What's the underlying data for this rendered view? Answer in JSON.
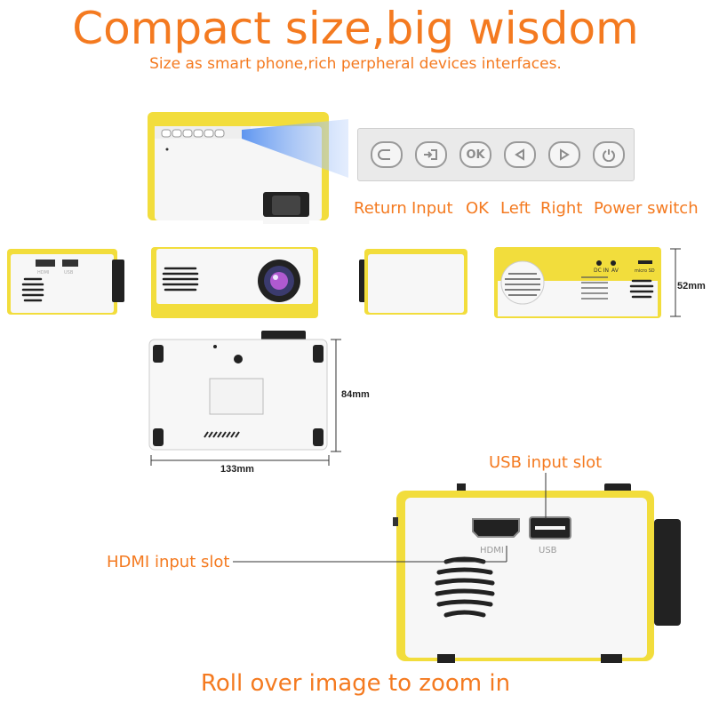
{
  "header": {
    "title": "Compact size,big wisdom",
    "subtitle": "Size as smart phone,rich perpheral devices interfaces."
  },
  "buttons": {
    "return": "Return",
    "input": "Input",
    "ok": "OK",
    "left": "Left",
    "right": "Right",
    "power": "Power switch",
    "ok_glyph": "OK"
  },
  "rear_panel_labels": {
    "dc": "DC IN",
    "av": "AV",
    "sd": "micro SD"
  },
  "dimensions": {
    "height": "52mm",
    "depth": "84mm",
    "width": "133mm"
  },
  "ports": {
    "usb_callout": "USB input slot",
    "hdmi_callout": "HDMI input slot",
    "hdmi_label": "HDMI",
    "usb_label": "USB",
    "small_hdmi_label": "HDMI",
    "small_usb_label": "USB"
  },
  "footer": {
    "text": "Roll over image to zoom in"
  },
  "colors": {
    "accent": "#f47a20",
    "yellow": "#f2dd3c",
    "body": "#f7f7f7"
  }
}
